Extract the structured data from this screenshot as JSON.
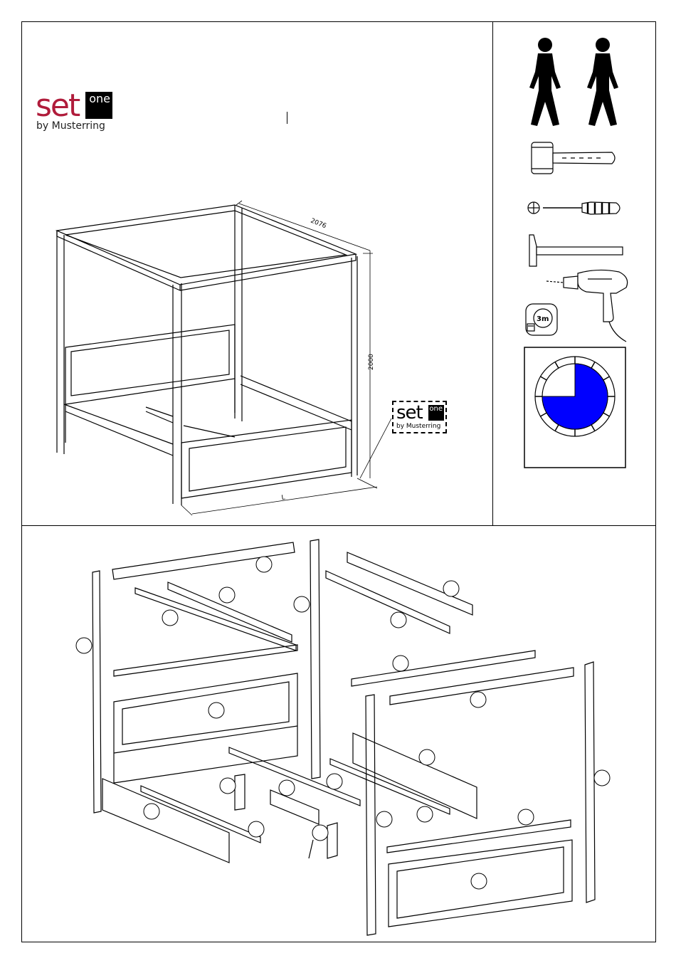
{
  "brand": {
    "set": "set",
    "one": "one",
    "by": "by Musterring"
  },
  "dimensions": {
    "depth": "2076",
    "height": "2000",
    "length": "L"
  },
  "tools": {
    "people_count": 2,
    "icons": [
      "two-people-icon",
      "rubber-mallet-icon",
      "phillips-screwdriver-icon",
      "hammer-icon",
      "power-drill-icon",
      "tape-measure-icon",
      "clock-icon"
    ],
    "tape_measure_label": "3m",
    "assembly_time_fraction": 0.75,
    "clock_fill_color": "#0000ff"
  }
}
